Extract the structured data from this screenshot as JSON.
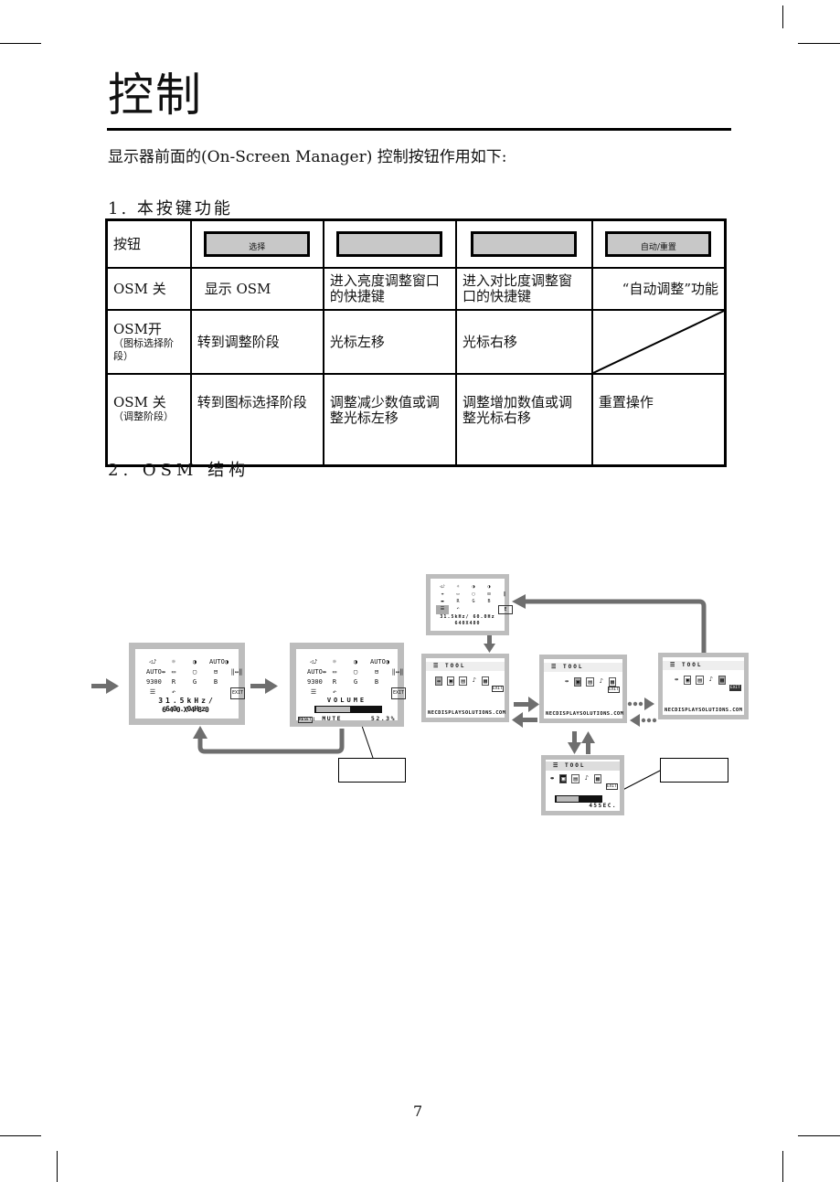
{
  "page": {
    "title": "控制",
    "intro": "显示器前面的(On-Screen Manager) 控制按钮作用如下:",
    "page_number": "7"
  },
  "section1": {
    "heading": "1. 本按键功能",
    "table": {
      "header_label": "按钮",
      "buttons": [
        {
          "label": "选择"
        },
        {
          "label": ""
        },
        {
          "label": ""
        },
        {
          "label": "自动/重置"
        }
      ],
      "rows": [
        {
          "label": "OSM 关",
          "sublabel": "",
          "cells": [
            "显示 OSM",
            "进入亮度调整窗口的快捷键",
            "进入对比度调整窗口的快捷键",
            "“自动调整”功能"
          ]
        },
        {
          "label": "OSM开",
          "sublabel": "（图标选择阶段）",
          "cells": [
            "转到调整阶段",
            "光标左移",
            "光标右移",
            ""
          ],
          "last_cell_crossed": true
        },
        {
          "label": "OSM 关",
          "sublabel": "（调整阶段）",
          "cells": [
            "转到图标选择阶段",
            "调整减少数值或调整光标左移",
            "调整增加数值或调整光标右移",
            "重置操作"
          ]
        }
      ]
    }
  },
  "section2": {
    "heading": "2. OSM 结构",
    "screens": {
      "main_menu": {
        "icon_rows": [
          [
            "◁♪",
            "☼",
            "◑",
            "AUTO◑",
            ""
          ],
          [
            "AUTO⇹",
            "▭",
            "▢",
            "⊟",
            "‖↔‖"
          ],
          [
            "9300",
            "R",
            "G",
            "B",
            ""
          ],
          [
            "☰",
            "↶",
            "",
            "",
            "EXIT"
          ]
        ],
        "frequency": "31.5kHz/ 60.0Hz",
        "resolution": "640X480"
      },
      "volume_menu": {
        "icon_rows": [
          [
            "◁♪",
            "☼",
            "◑",
            "AUTO◑",
            ""
          ],
          [
            "AUTO⇹",
            "▭",
            "▢",
            "⊟",
            "‖↔‖"
          ],
          [
            "9300",
            "R",
            "G",
            "B",
            ""
          ],
          [
            "☰",
            "↶",
            "",
            "",
            "EXIT"
          ]
        ],
        "title": "VOLUME",
        "mute_key": "RESET",
        "mute_label": ": MUTE",
        "value": "52.3%",
        "level": 0.523
      },
      "tool_entry_menu": {
        "frequency": "31.5kHz/ 60.0Hz",
        "resolution": "640X480"
      },
      "tool_screens": [
        {
          "title": "TOOL",
          "url": "NECDISPLAYSOLUTIONS.COM"
        },
        {
          "title": "TOOL",
          "url": "NECDISPLAYSOLUTIONS.COM"
        },
        {
          "title": "TOOL",
          "url": "NECDISPLAYSOLUTIONS.COM"
        }
      ],
      "tool_icons": [
        "⇹",
        "▣",
        "▤",
        "♪",
        "▦"
      ],
      "tool_exit": "EXIT",
      "osm_timer": {
        "title": "TOOL",
        "value": "45SEC.",
        "level": 0.5
      }
    },
    "callouts": [
      {
        "text": ""
      },
      {
        "text": ""
      }
    ]
  }
}
